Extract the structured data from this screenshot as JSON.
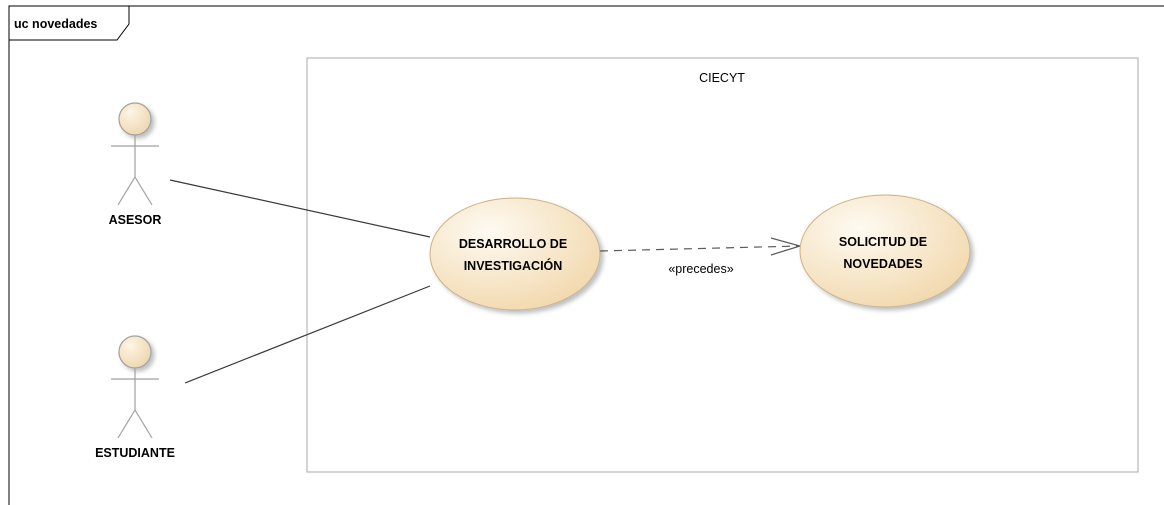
{
  "frame": {
    "label": "uc novedades"
  },
  "system": {
    "name": "CIECYT"
  },
  "actors": {
    "asesor": "ASESOR",
    "estudiante": "ESTUDIANTE"
  },
  "use_cases": {
    "desarrollo": {
      "line1": "DESARROLLO DE",
      "line2": "INVESTIGACIÓN"
    },
    "solicitud": {
      "line1": "SOLICITUD DE",
      "line2": "NOVEDADES"
    }
  },
  "relationships": {
    "dependency_stereotype": "«precedes»"
  },
  "colors": {
    "use_case_fill_light": "#fdf6ea",
    "use_case_fill_dark": "#f2d9ae",
    "actor_head": "#f3dfbd",
    "frame_stroke": "#000000",
    "boundary_stroke": "#a8a8a8"
  }
}
